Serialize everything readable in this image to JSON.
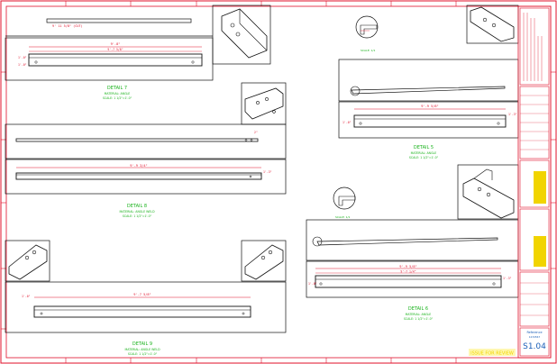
{
  "colors": {
    "border": "#e0102a",
    "line": "#111111",
    "dim": "#e0102a",
    "label": "#19b21b",
    "highlight": "#f1d400",
    "title_blue": "#1b5fb8"
  },
  "details": [
    {
      "title": "DETAIL 7",
      "material": "MATERIAL: ANGLE",
      "scale": "SCALE: 1 1/2\"=1'-0\""
    },
    {
      "title": "DETAIL 8",
      "material": "MATERIAL: ANGLE WELD",
      "scale": "SCALE: 1 1/2\"=1'-0\""
    },
    {
      "title": "DETAIL 9",
      "material": "MATERIAL: ANGLE WELD",
      "scale": "SCALE: 1 1/2\"=1'-0\""
    },
    {
      "title": "DETAIL 5",
      "material": "MATERIAL: ANGLE",
      "scale": "SCALE: 1 1/2\"=1'-0\""
    },
    {
      "title": "DETAIL 6",
      "material": "MATERIAL: ANGLE",
      "scale": "SCALE: 1 1/2\"=1'-0\""
    }
  ],
  "callouts": {
    "detail7_top": "9' 11 5/8\" (CUT)",
    "scale_note_1": "SCALE: 1/1",
    "scale_note_2": "SCALE: 1/1"
  },
  "dims": {
    "d7_len": "9'-8\"",
    "d7_sub": "9'-7 5/8\"",
    "d7_left1": "1'-0\"",
    "d7_left2": "1'-0\"",
    "d5_len": "9'-9 5/8\"",
    "d5_left": "1'-0\"",
    "d5_right": "1'-3\"",
    "d8_len": "9'-9 3/4\"",
    "d8_right": "2\"",
    "d8_right2": "1'-3\"",
    "d9_len": "9'-7 5/8\"",
    "d9_left": "1'-0\"",
    "d6_len": "9'-9 5/8\"",
    "d6_sub": "9'-7 1/4\"",
    "d6_left": "1'-0\"",
    "d6_right": "1'-3\""
  },
  "title_block": {
    "reference": "Reference",
    "ref_number": "1234567",
    "sheet_number": "S1.04",
    "bottom_stamp": "ISSUE FOR REVIEW"
  }
}
